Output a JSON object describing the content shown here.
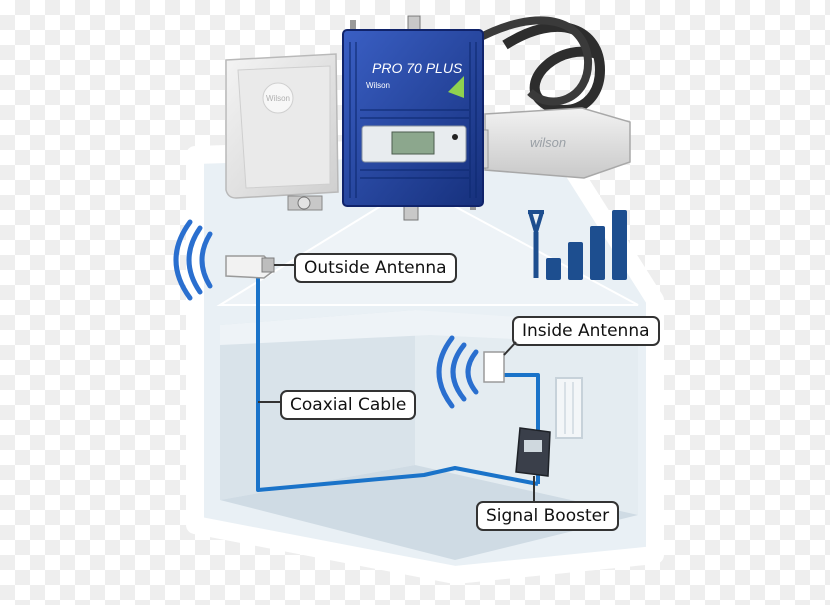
{
  "labels": {
    "outside_antenna": "Outside Antenna",
    "inside_antenna": "Inside Antenna",
    "coaxial_cable": "Coaxial Cable",
    "signal_booster": "Signal Booster"
  },
  "booster_unit": {
    "model": "PRO 70 PLUS",
    "brand": "Wilson"
  },
  "yagi_antenna": {
    "brand": "wilson"
  },
  "panel_antenna": {
    "brand": "Wilson"
  },
  "signal_strength": {
    "bars": 4,
    "level": 1.0
  },
  "colors": {
    "house_wall": "#dfe8ef",
    "house_outline": "#ffffff",
    "cable": "#1a73c9",
    "waves": "#2a6fcf",
    "signal_bars": "#1d4e8f",
    "booster_body": "#1e3e96",
    "callout_border": "#333333"
  }
}
